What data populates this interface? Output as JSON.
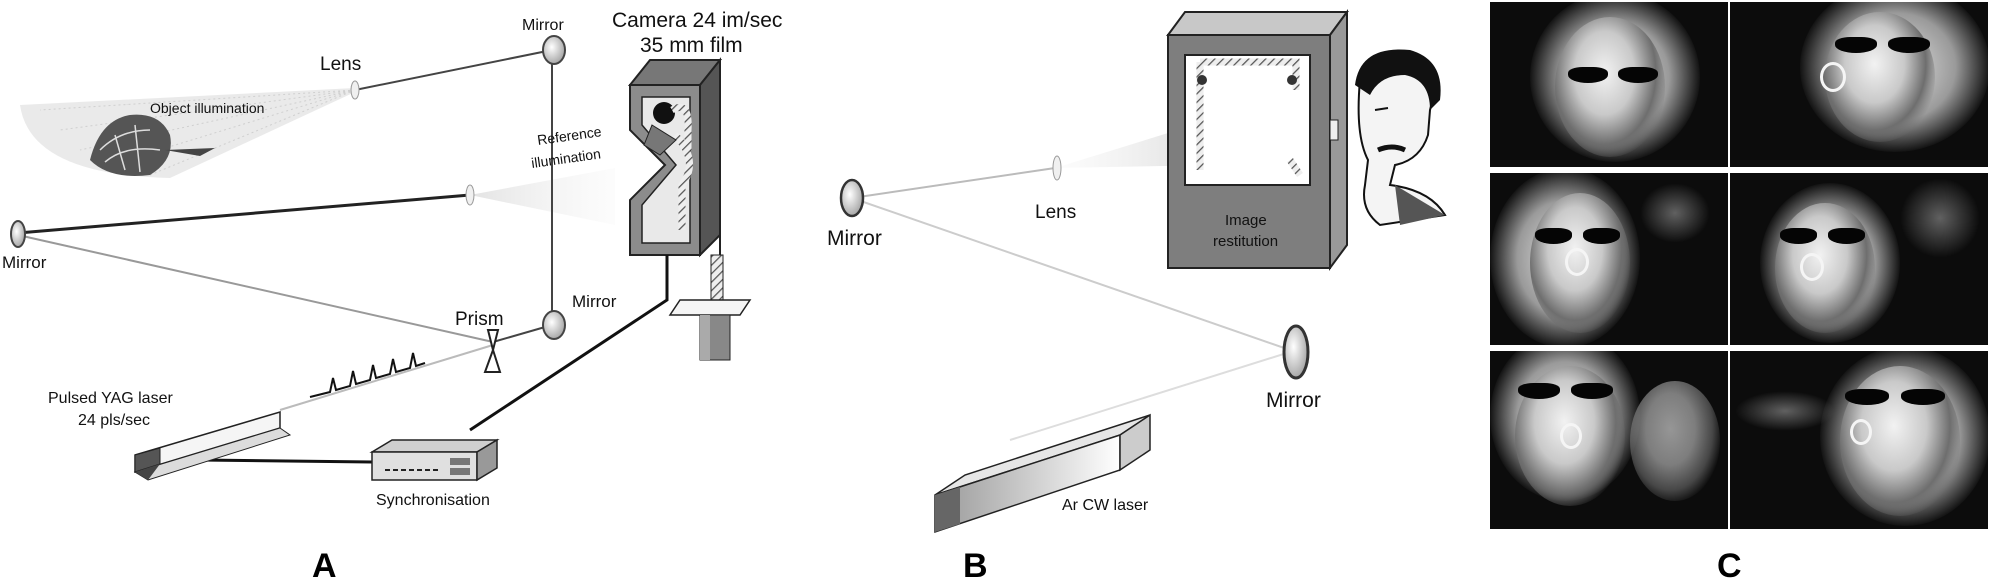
{
  "panel_a": {
    "lens": "Lens",
    "object_illumination": "Object illumination",
    "mirror_top": "Mirror",
    "camera_line1": "Camera 24 im/sec",
    "camera_line2": "35 mm film",
    "reference_line1": "Reference",
    "reference_line2": "illumination",
    "mirror_left": "Mirror",
    "prism": "Prism",
    "mirror_right": "Mirror",
    "laser_line1": "Pulsed YAG laser",
    "laser_line2": "24 pls/sec",
    "synchronisation": "Synchronisation",
    "letter": "A"
  },
  "panel_b": {
    "mirror_left": "Mirror",
    "lens": "Lens",
    "image_line1": "Image",
    "image_line2": "restitution",
    "mirror_right": "Mirror",
    "laser": "Ar CW laser",
    "letter": "B"
  },
  "panel_c": {
    "letter": "C",
    "frame_count": 6
  }
}
